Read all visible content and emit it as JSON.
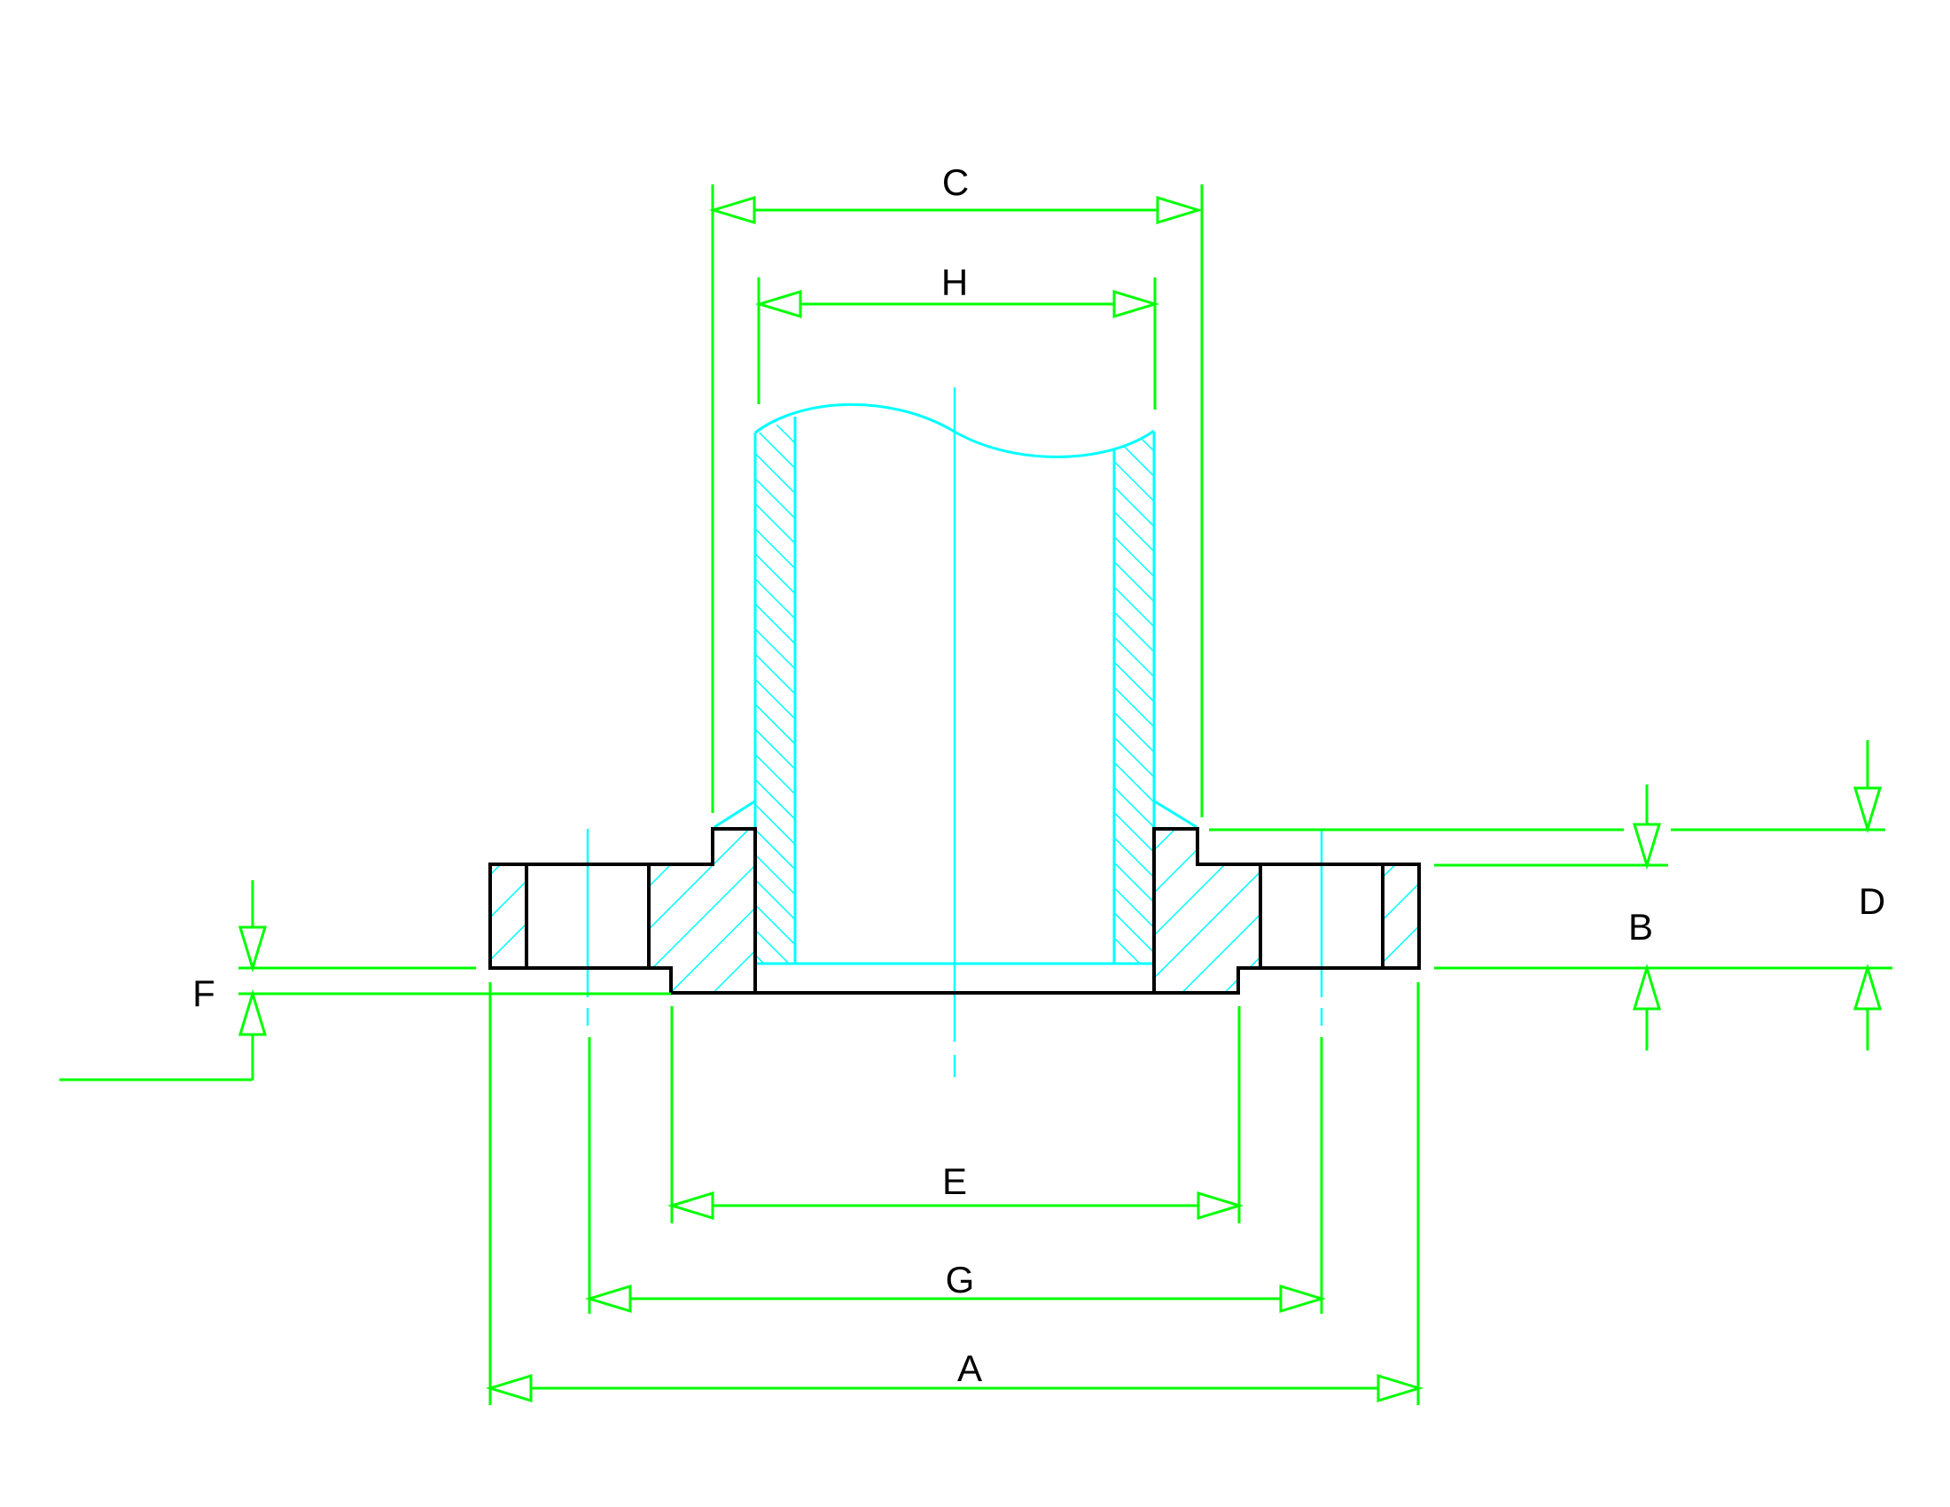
{
  "colors": {
    "background": "#ffffff",
    "outline": "#000000",
    "dimension": "#00ff00",
    "pipe": "#00ffff",
    "text": "#000000"
  },
  "dimensions": {
    "A": {
      "label": "A"
    },
    "B": {
      "label": "B"
    },
    "C": {
      "label": "C"
    },
    "D": {
      "label": "D"
    },
    "E": {
      "label": "E"
    },
    "F": {
      "label": "F"
    },
    "G": {
      "label": "G"
    },
    "H": {
      "label": "H"
    }
  }
}
